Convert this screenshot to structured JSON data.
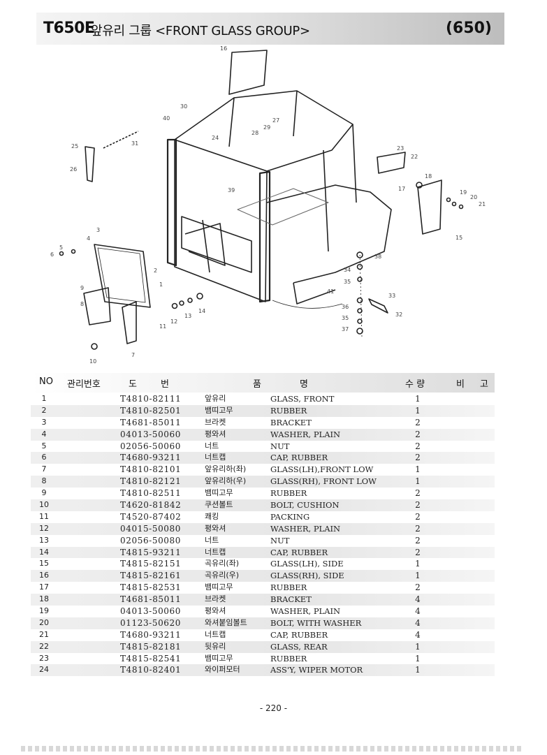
{
  "header": {
    "model": "T650E",
    "title": "앞유리 그룹 <FRONT GLASS GROUP>",
    "page_code": "(650)"
  },
  "diagram": {
    "callouts": [
      "16",
      "30",
      "40",
      "27",
      "29",
      "28",
      "24",
      "25",
      "31",
      "26",
      "39",
      "23",
      "22",
      "18",
      "17",
      "19",
      "20",
      "21",
      "15",
      "3",
      "4",
      "5",
      "6",
      "2",
      "1",
      "38",
      "34",
      "35",
      "41",
      "33",
      "36",
      "32",
      "35",
      "37",
      "9",
      "8",
      "14",
      "13",
      "12",
      "11",
      "10",
      "7"
    ]
  },
  "table": {
    "headers": {
      "no": "NO",
      "mgmt": "관리번호",
      "do": "도",
      "beon": "번",
      "pum": "품",
      "myeong": "명",
      "qty": "수 량",
      "bi": "비",
      "go": "고"
    },
    "rows": [
      {
        "no": "1",
        "part": "T4810-82111",
        "kr": "앞유리",
        "en": "GLASS, FRONT",
        "qty": "1"
      },
      {
        "no": "2",
        "part": "T4810-82501",
        "kr": "뱀띠고무",
        "en": "RUBBER",
        "qty": "1"
      },
      {
        "no": "3",
        "part": "T4681-85011",
        "kr": "브라켓",
        "en": "BRACKET",
        "qty": "2"
      },
      {
        "no": "4",
        "part": "04013-50060",
        "kr": "평와셔",
        "en": "WASHER, PLAIN",
        "qty": "2"
      },
      {
        "no": "5",
        "part": "02056-50060",
        "kr": "너트",
        "en": "NUT",
        "qty": "2"
      },
      {
        "no": "6",
        "part": "T4680-93211",
        "kr": "너트캡",
        "en": "CAP, RUBBER",
        "qty": "2"
      },
      {
        "no": "7",
        "part": "T4810-82101",
        "kr": "앞유리하(좌)",
        "en": "GLASS(LH),FRONT LOW",
        "qty": "1"
      },
      {
        "no": "8",
        "part": "T4810-82121",
        "kr": "앞유리하(우)",
        "en": "GLASS(RH), FRONT LOW",
        "qty": "1"
      },
      {
        "no": "9",
        "part": "T4810-82511",
        "kr": "뱀띠고무",
        "en": "RUBBER",
        "qty": "2"
      },
      {
        "no": "10",
        "part": "T4620-81842",
        "kr": "쿠션볼트",
        "en": "BOLT, CUSHION",
        "qty": "2"
      },
      {
        "no": "11",
        "part": "T4520-87402",
        "kr": "쾌킹",
        "en": "PACKING",
        "qty": "2"
      },
      {
        "no": "12",
        "part": "04015-50080",
        "kr": "평와셔",
        "en": "WASHER, PLAIN",
        "qty": "2"
      },
      {
        "no": "13",
        "part": "02056-50080",
        "kr": "너트",
        "en": "NUT",
        "qty": "2"
      },
      {
        "no": "14",
        "part": "T4815-93211",
        "kr": "너트캡",
        "en": "CAP, RUBBER",
        "qty": "2"
      },
      {
        "no": "15",
        "part": "T4815-82151",
        "kr": "곡유리(좌)",
        "en": "GLASS(LH), SIDE",
        "qty": "1"
      },
      {
        "no": "16",
        "part": "T4815-82161",
        "kr": "곡유리(우)",
        "en": "GLASS(RH), SIDE",
        "qty": "1"
      },
      {
        "no": "17",
        "part": "T4815-82531",
        "kr": "뱀띠고무",
        "en": "RUBBER",
        "qty": "2"
      },
      {
        "no": "18",
        "part": "T4681-85011",
        "kr": "브라켓",
        "en": "BRACKET",
        "qty": "4"
      },
      {
        "no": "19",
        "part": "04013-50060",
        "kr": "평와셔",
        "en": "WASHER, PLAIN",
        "qty": "4"
      },
      {
        "no": "20",
        "part": "01123-50620",
        "kr": "와셔붙임볼트",
        "en": "BOLT, WITH WASHER",
        "qty": "4"
      },
      {
        "no": "21",
        "part": "T4680-93211",
        "kr": "너트캡",
        "en": "CAP, RUBBER",
        "qty": "4"
      },
      {
        "no": "22",
        "part": "T4815-82181",
        "kr": "뒷유리",
        "en": "GLASS, REAR",
        "qty": "1"
      },
      {
        "no": "23",
        "part": "T4815-82541",
        "kr": "뱀띠고무",
        "en": "RUBBER",
        "qty": "1"
      },
      {
        "no": "24",
        "part": "T4810-82401",
        "kr": "와이퍼모터",
        "en": "ASS'Y, WIPER MOTOR",
        "qty": "1"
      }
    ]
  },
  "footer": {
    "page_number": "- 220 -"
  }
}
